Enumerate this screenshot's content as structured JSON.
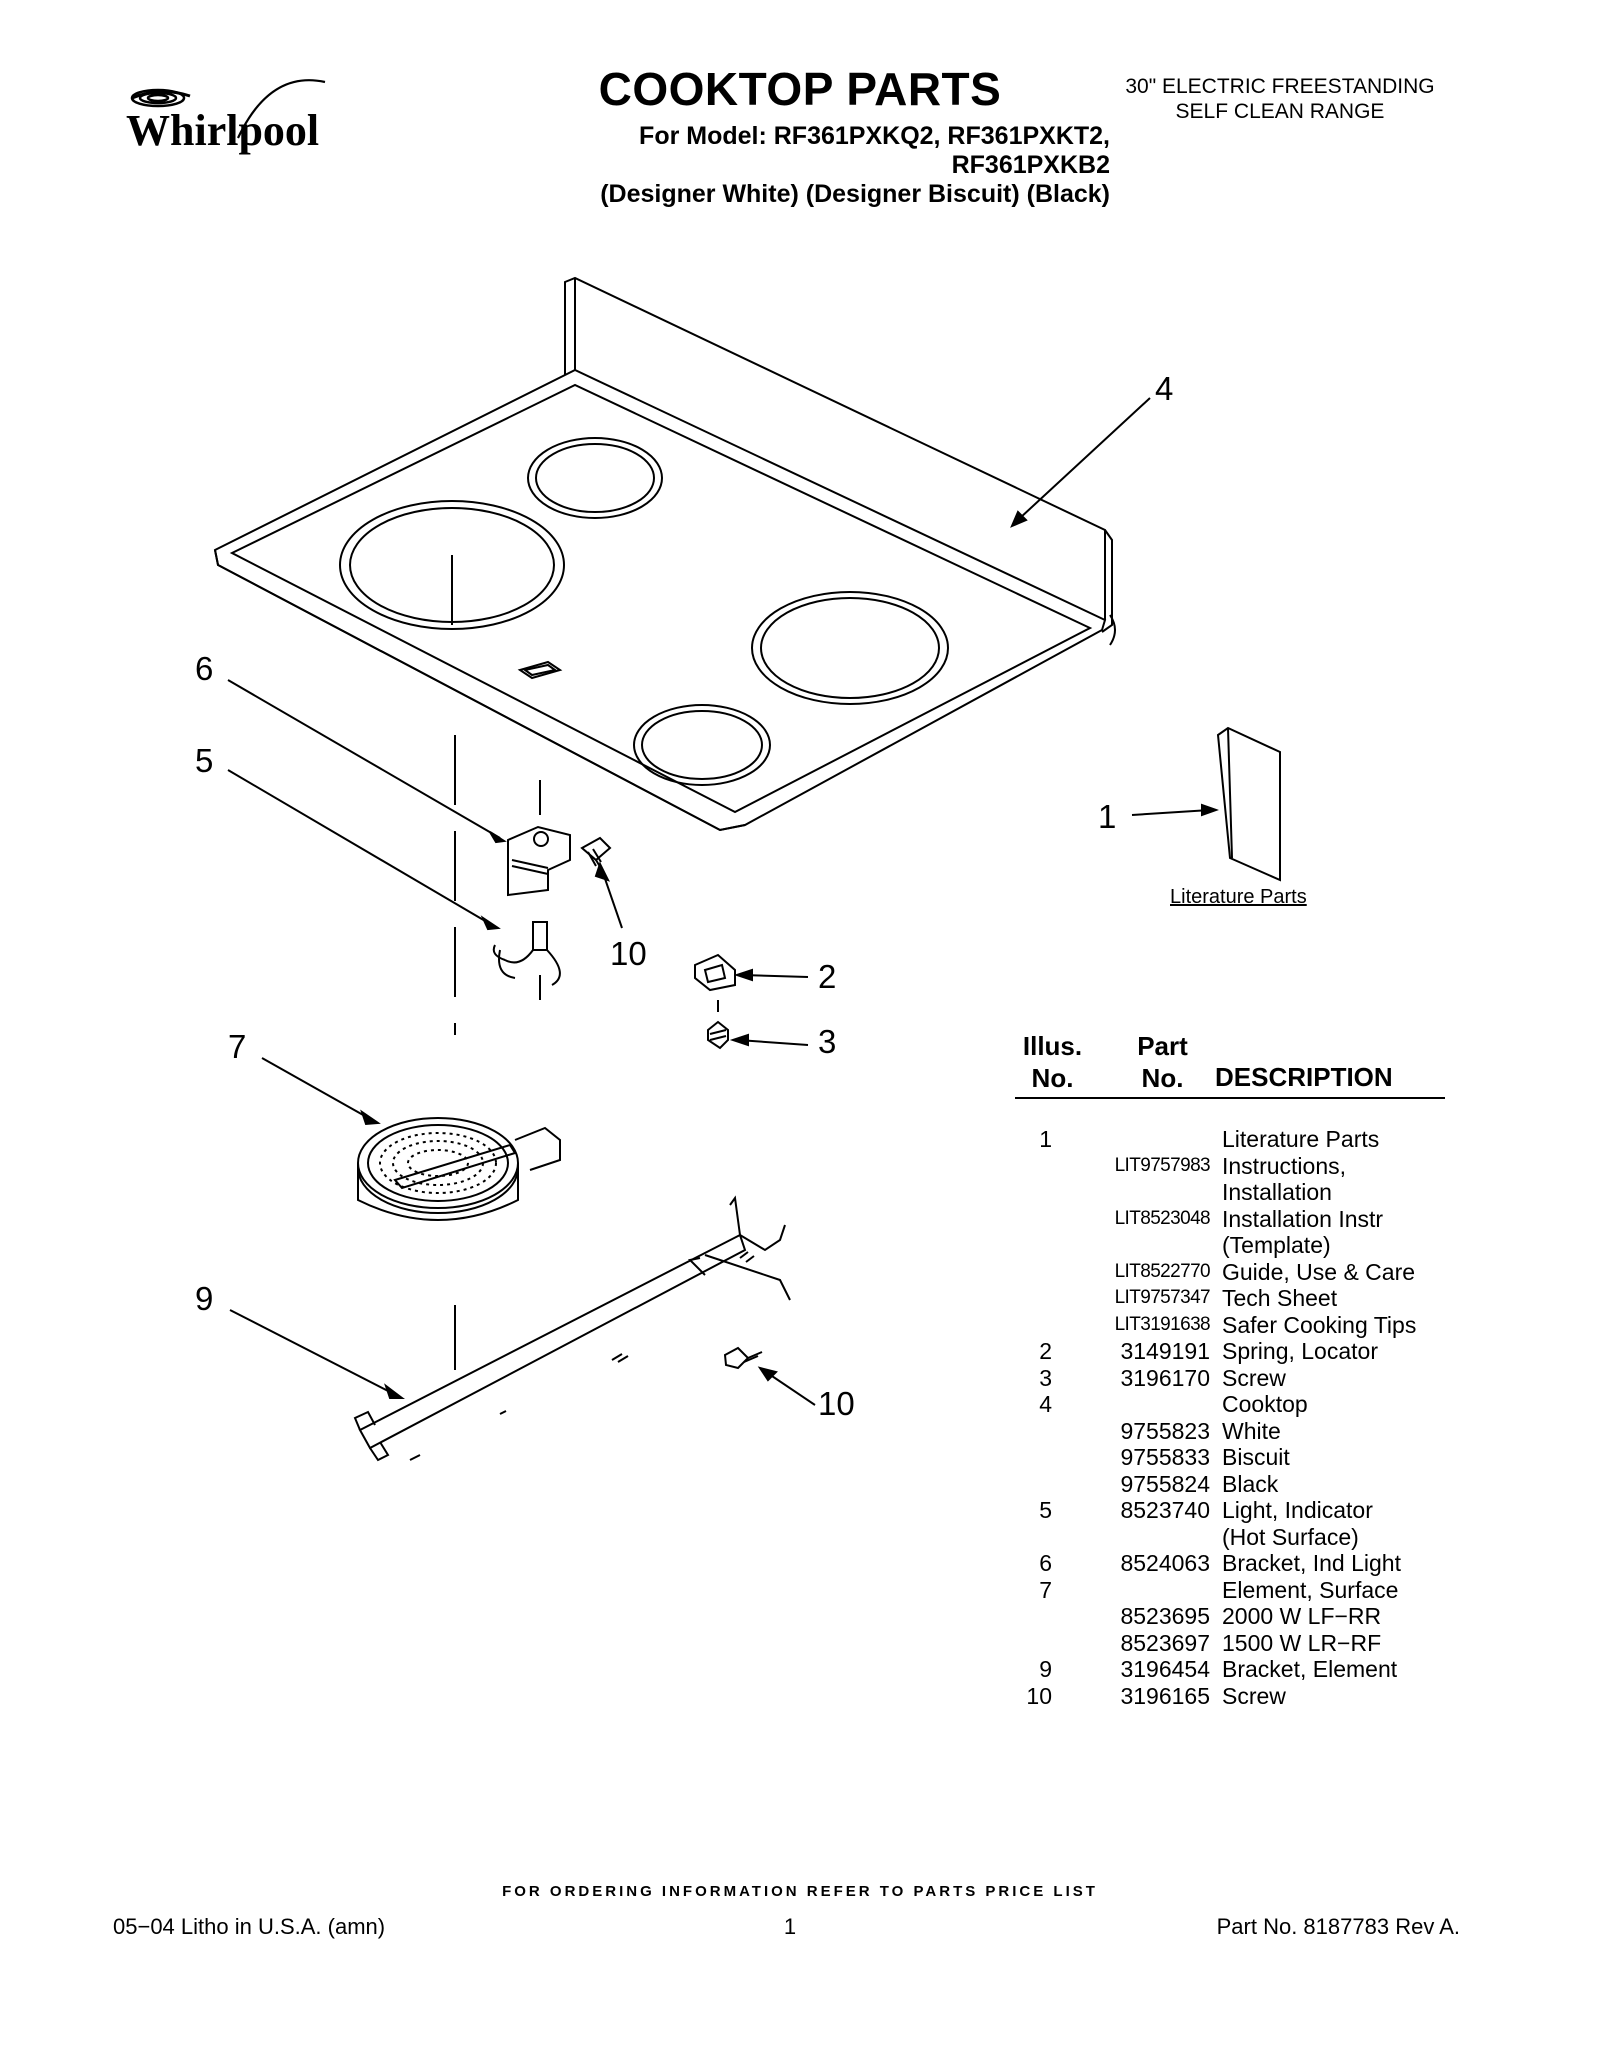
{
  "header": {
    "brand": "Whirlpool",
    "title": "COOKTOP PARTS",
    "model_line": "For Model: RF361PXKQ2, RF361PXKT2, RF361PXKB2",
    "color_line": "(Designer White) (Designer Biscuit) (Black)",
    "subtitle_1": "30\" ELECTRIC FREESTANDING",
    "subtitle_2": "SELF CLEAN RANGE"
  },
  "diagram": {
    "callouts": [
      "4",
      "6",
      "5",
      "10",
      "2",
      "3",
      "7",
      "9",
      "10",
      "1"
    ],
    "literature_label": "Literature Parts"
  },
  "table": {
    "head_illus_1": "Illus.",
    "head_illus_2": "No.",
    "head_part_1": "Part",
    "head_part_2": "No.",
    "head_desc": "DESCRIPTION",
    "rows": [
      {
        "illus": "1",
        "part": "",
        "desc": "Literature Parts"
      },
      {
        "illus": "",
        "part": "LIT9757983",
        "desc": "Instructions,"
      },
      {
        "illus": "",
        "part": "",
        "desc": "Installation"
      },
      {
        "illus": "",
        "part": "LIT8523048",
        "desc": "Installation Instr"
      },
      {
        "illus": "",
        "part": "",
        "desc": "(Template)"
      },
      {
        "illus": "",
        "part": "LIT8522770",
        "desc": "Guide, Use & Care"
      },
      {
        "illus": "",
        "part": "LIT9757347",
        "desc": "Tech Sheet"
      },
      {
        "illus": "",
        "part": "LIT3191638",
        "desc": "Safer Cooking Tips"
      },
      {
        "illus": "2",
        "part": "3149191",
        "desc": "Spring, Locator"
      },
      {
        "illus": "3",
        "part": "3196170",
        "desc": "Screw"
      },
      {
        "illus": "4",
        "part": "",
        "desc": "Cooktop"
      },
      {
        "illus": "",
        "part": "9755823",
        "desc": "White"
      },
      {
        "illus": "",
        "part": "9755833",
        "desc": "Biscuit"
      },
      {
        "illus": "",
        "part": "9755824",
        "desc": "Black"
      },
      {
        "illus": "5",
        "part": "8523740",
        "desc": "Light, Indicator"
      },
      {
        "illus": "",
        "part": "",
        "desc": "(Hot Surface)"
      },
      {
        "illus": "6",
        "part": "8524063",
        "desc": "Bracket, Ind Light"
      },
      {
        "illus": "7",
        "part": "",
        "desc": "Element, Surface"
      },
      {
        "illus": "",
        "part": "8523695",
        "desc": "2000 W LF−RR"
      },
      {
        "illus": "",
        "part": "8523697",
        "desc": "1500 W LR−RF"
      },
      {
        "illus": "9",
        "part": "3196454",
        "desc": "Bracket, Element"
      },
      {
        "illus": "10",
        "part": "3196165",
        "desc": "Screw"
      }
    ]
  },
  "footer": {
    "ordering_note": "FOR ORDERING INFORMATION REFER TO PARTS PRICE LIST",
    "litho": "05−04 Litho in U.S.A. (amn)",
    "page": "1",
    "part_no": "Part No. 8187783 Rev A."
  }
}
